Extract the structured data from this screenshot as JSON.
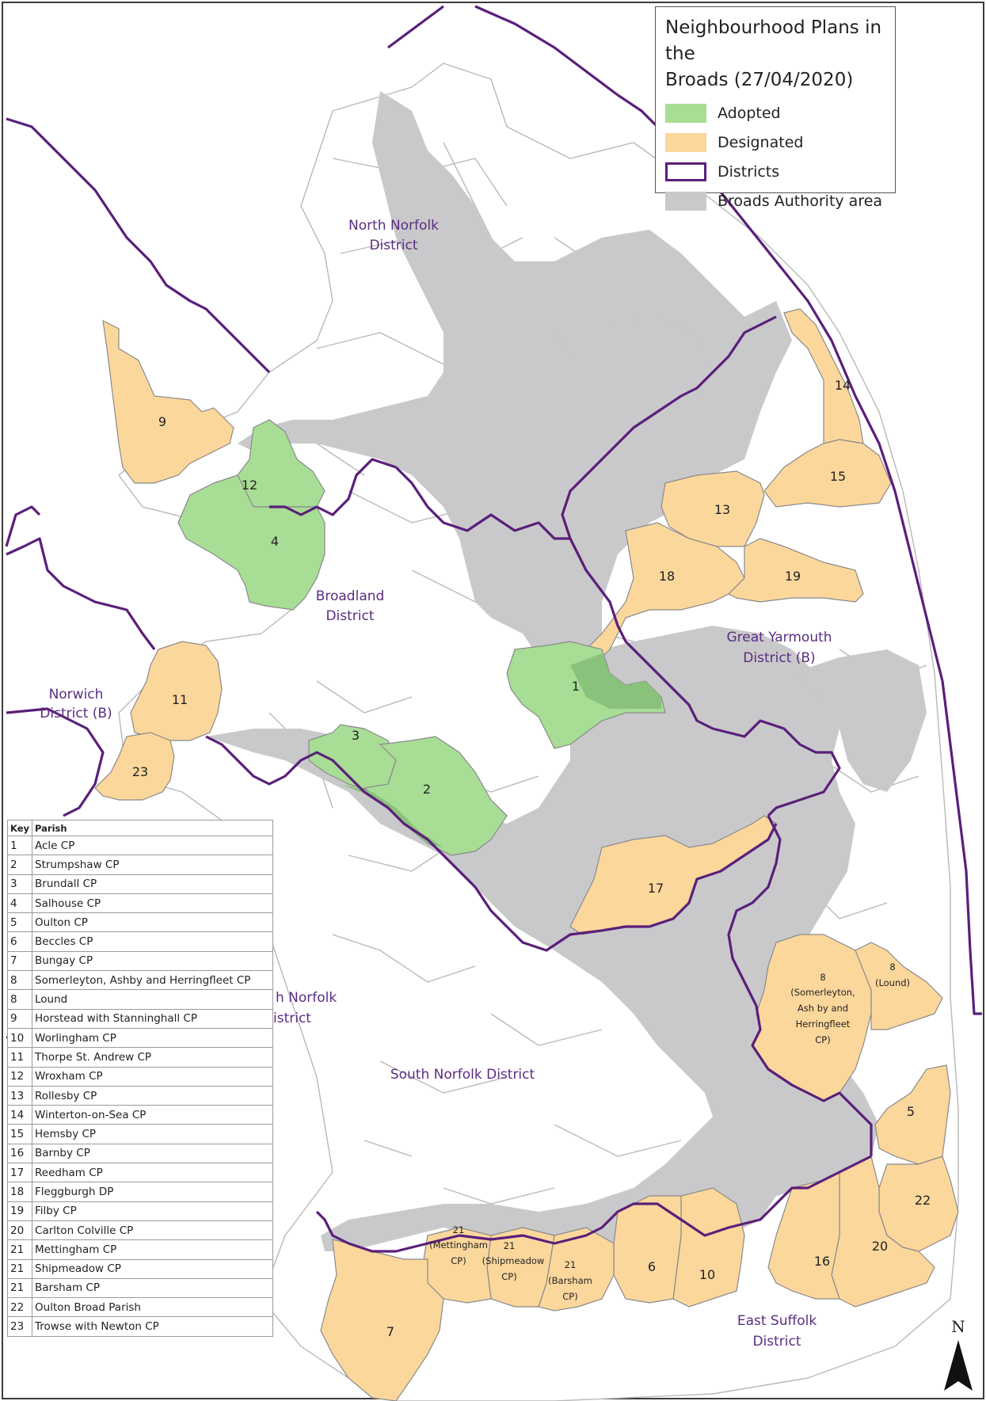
{
  "legend": {
    "title_line1": "Neighbourhood Plans in the",
    "title_line2": "Broads (27/04/2020)",
    "items": [
      {
        "label": "Adopted",
        "color": "#a8dd96"
      },
      {
        "label": "Designated",
        "color": "#fcd79c"
      },
      {
        "label": "Districts",
        "color": "#5a1f7a"
      },
      {
        "label": "Broads Authority area",
        "color": "#c9c9cb"
      }
    ]
  },
  "districts": {
    "north_norfolk_1": "North Norfolk",
    "north_norfolk_2": "District",
    "broadland_1": "Broadland",
    "broadland_2": "District",
    "great_yarmouth_1": "Great Yarmouth",
    "great_yarmouth_2": "District (B)",
    "norwich_1": "Norwich",
    "norwich_2": "District (B)",
    "south_norfolk_partial_1": "h Norfolk",
    "south_norfolk_partial_2": "istrict",
    "south_norfolk": "South Norfolk District",
    "east_suffolk_1": "East Suffolk",
    "east_suffolk_2": "District"
  },
  "map_labels": {
    "p1": "1",
    "p2": "2",
    "p3": "3",
    "p4": "4",
    "p5": "5",
    "p6": "6",
    "p7": "7",
    "p9": "9",
    "p10": "10",
    "p11": "11",
    "p12": "12",
    "p13": "13",
    "p14": "14",
    "p15": "15",
    "p16": "16",
    "p17": "17",
    "p18": "18",
    "p19": "19",
    "p20": "20",
    "p22": "22",
    "p23": "23",
    "p8a_1": "8",
    "p8a_2": "(Somerleyton,",
    "p8a_3": "Ash by and",
    "p8a_4": "Herringfleet",
    "p8a_5": "CP)",
    "p8b_1": "8",
    "p8b_2": "(Lound)",
    "p21a_1": "21",
    "p21a_2": "(Mettingham",
    "p21a_3": "CP)",
    "p21b_1": "21",
    "p21b_2": "(Shipmeadow",
    "p21b_3": "CP)",
    "p21c_1": "21",
    "p21c_2": "(Barsham",
    "p21c_3": "CP)"
  },
  "key_table": {
    "header_key": "Key",
    "header_parish": "Parish",
    "rows": [
      {
        "key": "1",
        "parish": "Acle CP"
      },
      {
        "key": "2",
        "parish": "Strumpshaw CP"
      },
      {
        "key": "3",
        "parish": "Brundall CP"
      },
      {
        "key": "4",
        "parish": "Salhouse CP"
      },
      {
        "key": "5",
        "parish": "Oulton CP"
      },
      {
        "key": "6",
        "parish": "Beccles CP"
      },
      {
        "key": "7",
        "parish": "Bungay CP"
      },
      {
        "key": "8",
        "parish": "Somerleyton, Ashby and Herringfleet CP"
      },
      {
        "key": "8",
        "parish": "Lound"
      },
      {
        "key": "9",
        "parish": "Horstead with Stanninghall CP"
      },
      {
        "key": "10",
        "parish": "Worlingham CP"
      },
      {
        "key": "11",
        "parish": "Thorpe St. Andrew CP"
      },
      {
        "key": "12",
        "parish": "Wroxham CP"
      },
      {
        "key": "13",
        "parish": "Rollesby CP"
      },
      {
        "key": "14",
        "parish": "Winterton-on-Sea CP"
      },
      {
        "key": "15",
        "parish": "Hemsby CP"
      },
      {
        "key": "16",
        "parish": "Barnby CP"
      },
      {
        "key": "17",
        "parish": "Reedham CP"
      },
      {
        "key": "18",
        "parish": "Fleggburgh DP"
      },
      {
        "key": "19",
        "parish": "Filby CP"
      },
      {
        "key": "20",
        "parish": "Carlton Colville CP"
      },
      {
        "key": "21",
        "parish": "Mettingham CP"
      },
      {
        "key": "21",
        "parish": "Shipmeadow CP"
      },
      {
        "key": "21",
        "parish": "Barsham CP"
      },
      {
        "key": "22",
        "parish": "Oulton Broad Parish"
      },
      {
        "key": "23",
        "parish": "Trowse with Newton CP"
      }
    ]
  },
  "north_arrow": {
    "label": "N"
  }
}
